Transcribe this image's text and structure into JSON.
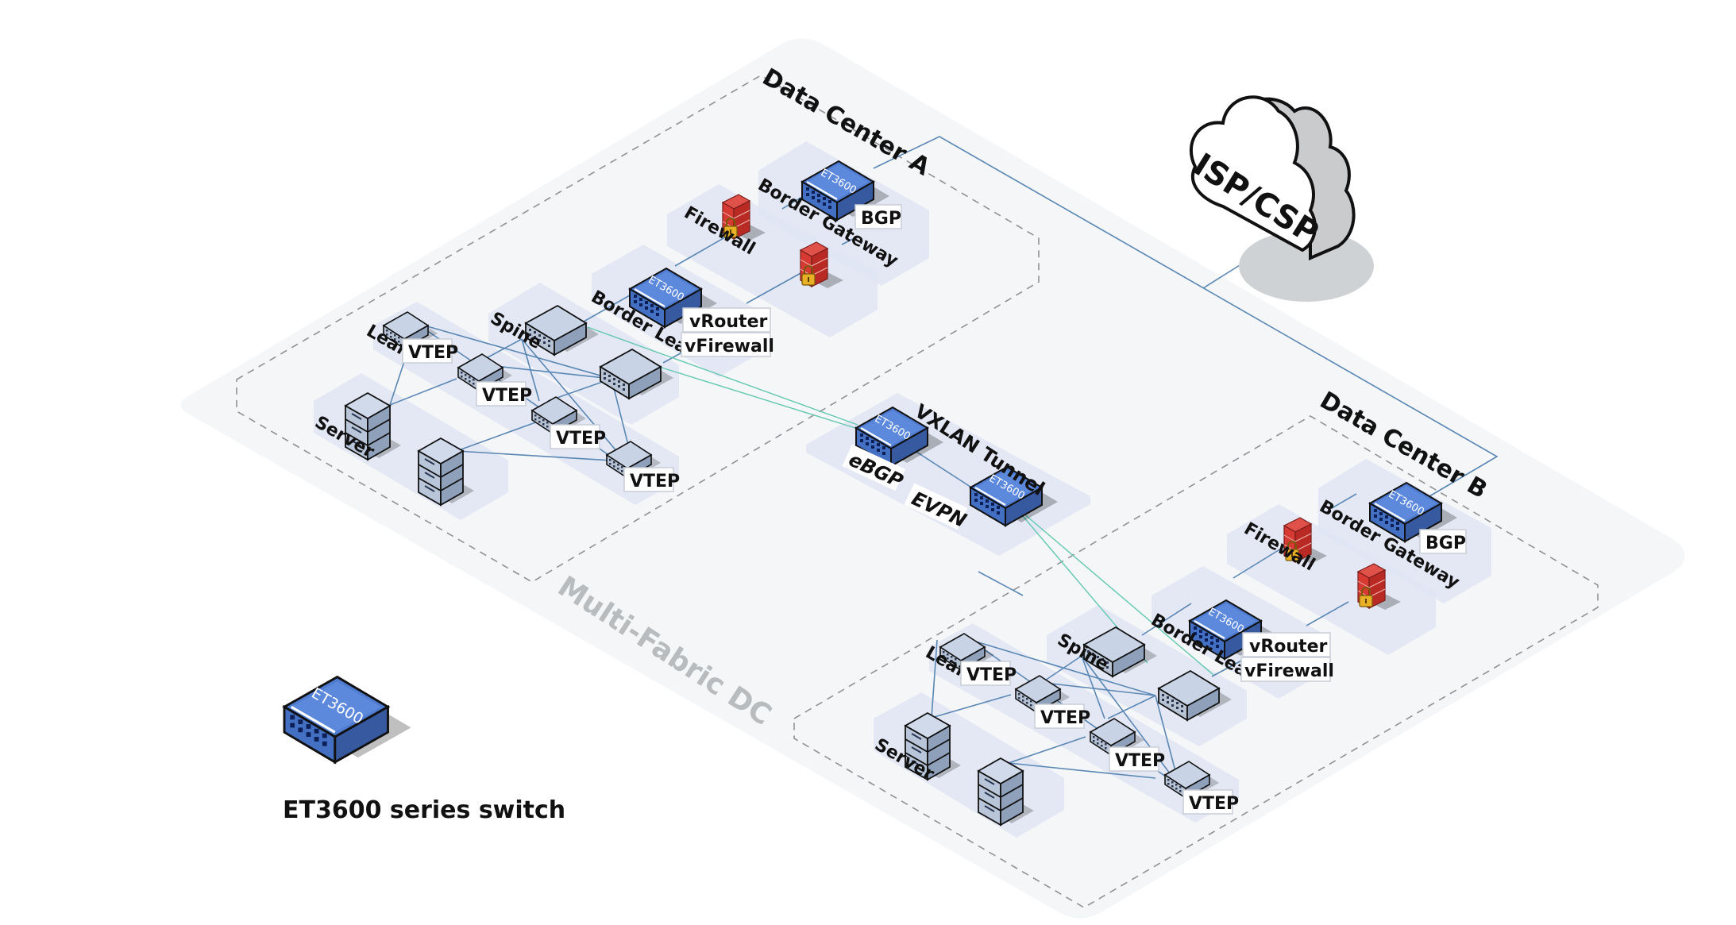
{
  "diagram": {
    "platform_label": "Multi-Fabric DC",
    "cloud_label": "ISP/CSP",
    "legend": {
      "device_model": "ET3600",
      "caption": "ET3600 series switch"
    },
    "colors": {
      "switch_blue": "#4a74c6",
      "switch_blue_dark": "#34559b",
      "link": "#5b87b4",
      "tunnel_link": "#63c8b0",
      "firewall_red": "#d63a32",
      "lock_gold": "#e8b024",
      "platform": "#f4f6f7",
      "zone_pad": "#dfe5f3"
    },
    "data_center_a": {
      "title": "Data Center A",
      "border_gateway": {
        "label": "Border Gateway",
        "device": "ET3600",
        "tag": "BGP"
      },
      "firewall": {
        "label": "Firewall"
      },
      "border_leaf": {
        "label": "Border Leaf",
        "device": "ET3600",
        "tags": [
          "vRouter",
          "vFirewall"
        ]
      },
      "spine": {
        "label": "Spine"
      },
      "leaf": {
        "label": "Leaf",
        "vteps": [
          "VTEP",
          "VTEP",
          "VTEP",
          "VTEP"
        ]
      },
      "server": {
        "label": "Server"
      }
    },
    "vxlan": {
      "title": "VXLAN Tunnel",
      "device_a": "ET3600",
      "device_b": "ET3600",
      "protocols": [
        "eBGP",
        "EVPN"
      ]
    },
    "data_center_b": {
      "title": "Data Center B",
      "border_gateway": {
        "label": "Border Gateway",
        "device": "ET3600",
        "tag": "BGP"
      },
      "firewall": {
        "label": "Firewall"
      },
      "border_leaf": {
        "label": "Border Leaf",
        "device": "ET3600",
        "tags": [
          "vRouter",
          "vFirewall"
        ]
      },
      "spine": {
        "label": "Spine"
      },
      "leaf": {
        "label": "Leaf",
        "vteps": [
          "VTEP",
          "VTEP",
          "VTEP",
          "VTEP"
        ]
      },
      "server": {
        "label": "Server"
      }
    }
  }
}
